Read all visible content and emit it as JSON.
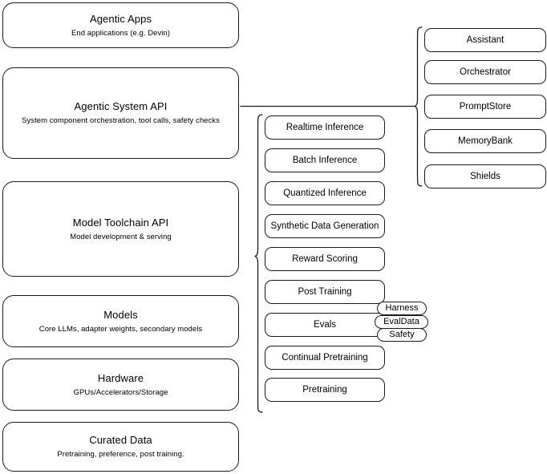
{
  "diagram": {
    "title": "AI stack layered architecture diagram",
    "stroke_color": "#1a1a1a",
    "background_color": "#ffffff"
  },
  "layers": [
    {
      "name": "agentic-apps",
      "title": "Agentic Apps",
      "subtitle": "End applications (e.g. Devin)"
    },
    {
      "name": "agentic-system-api",
      "title": "Agentic System API",
      "subtitle": "System component orchestration, tool calls, safety checks"
    },
    {
      "name": "model-toolchain-api",
      "title": "Model Toolchain API",
      "subtitle": "Model development & serving"
    },
    {
      "name": "models",
      "title": "Models",
      "subtitle": "Core LLMs, adapter weights, secondary models"
    },
    {
      "name": "hardware",
      "title": "Hardware",
      "subtitle": "GPUs/Accelerators/Storage"
    },
    {
      "name": "curated-data",
      "title": "Curated Data",
      "subtitle": "Pretraining, preference, post training."
    }
  ],
  "toolchain_components": [
    {
      "name": "realtime-inference",
      "label": "Realtime Inference"
    },
    {
      "name": "batch-inference",
      "label": "Batch Inference"
    },
    {
      "name": "quantized-inference",
      "label": "Quantized Inference"
    },
    {
      "name": "synthetic-data-generation",
      "label": "Synthetic Data Generation"
    },
    {
      "name": "reward-scoring",
      "label": "Reward Scoring"
    },
    {
      "name": "post-training",
      "label": "Post Training"
    },
    {
      "name": "evals",
      "label": "Evals"
    },
    {
      "name": "continual-pretraining",
      "label": "Continual Pretraining"
    },
    {
      "name": "pretraining",
      "label": "Pretraining"
    }
  ],
  "eval_badges": [
    {
      "name": "harness",
      "label": "Harness"
    },
    {
      "name": "evaldata",
      "label": "EvalData"
    },
    {
      "name": "safety",
      "label": "Safety"
    }
  ],
  "agentic_components": [
    {
      "name": "assistant",
      "label": "Assistant"
    },
    {
      "name": "orchestrator",
      "label": "Orchestrator"
    },
    {
      "name": "promptstore",
      "label": "PromptStore"
    },
    {
      "name": "memorybank",
      "label": "MemoryBank"
    },
    {
      "name": "shields",
      "label": "Shields"
    }
  ]
}
